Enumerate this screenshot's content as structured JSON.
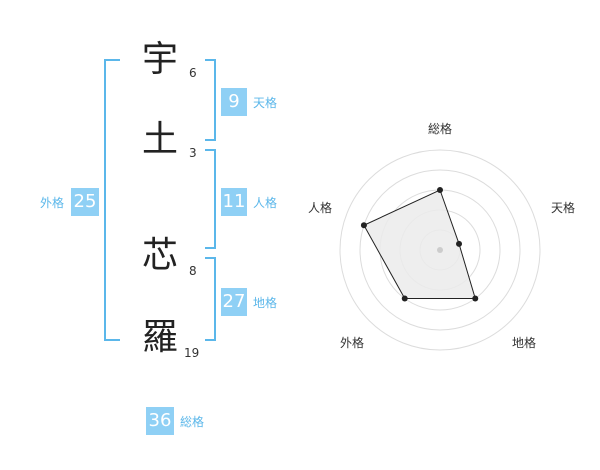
{
  "name": {
    "chars": [
      {
        "char": "宇",
        "strokes": "6"
      },
      {
        "char": "土",
        "strokes": "3"
      },
      {
        "char": "芯",
        "strokes": "8"
      },
      {
        "char": "羅",
        "strokes": "19"
      }
    ]
  },
  "scores": {
    "tenkaku": {
      "value": "9",
      "label": "天格"
    },
    "jinkaku": {
      "value": "11",
      "label": "人格"
    },
    "chikaku": {
      "value": "27",
      "label": "地格"
    },
    "gaikaku": {
      "value": "25",
      "label": "外格"
    },
    "soukaku": {
      "value": "36",
      "label": "総格"
    }
  },
  "radar": {
    "axes": [
      "総格",
      "天格",
      "地格",
      "外格",
      "人格"
    ],
    "levels": 5,
    "values": [
      3,
      1,
      3,
      3,
      4
    ],
    "max": 5,
    "colors": {
      "grid": "#dcdcdc",
      "fill": "#ebebeb",
      "line": "#222222",
      "center": "#cccccc"
    }
  },
  "colors": {
    "accent": "#8fd0f5",
    "bracket": "#5bb7ea"
  }
}
